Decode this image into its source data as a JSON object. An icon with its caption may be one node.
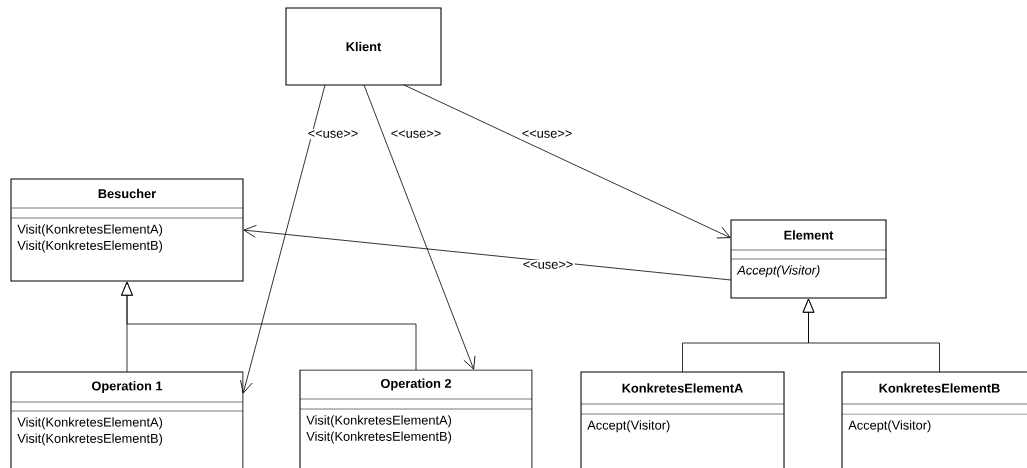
{
  "diagram": {
    "nodes": [
      {
        "text": [
          "Klient"
        ]
      },
      {
        "text": [
          "Besucher",
          "Visit(KonkretesElementA) Visit(KonkretesElementB)"
        ]
      },
      {
        "text": [
          "Element",
          "Accept(Visitor)"
        ]
      },
      {
        "text": [
          "Operation 1",
          "Visit(KonkretesElementA) Visit(KonkretesElementB)"
        ]
      },
      {
        "text": [
          "Operation 2",
          "Visit(KonkretesElementA) Visit(KonkretesElementB)"
        ]
      },
      {
        "text": [
          "KonkretesElementA",
          "Accept(Visitor)"
        ]
      },
      {
        "text": [
          "KonkretesElementB",
          "Accept(Visitor)"
        ]
      }
    ],
    "edges": [
      {
        "from": 0,
        "to": 3,
        "arrow": "to",
        "label": "<<use>>"
      },
      {
        "from": 0,
        "to": 4,
        "arrow": "to",
        "label": "<<use>>"
      },
      {
        "from": 0,
        "to": 2,
        "arrow": "to",
        "label": "<<use>>"
      },
      {
        "from": 2,
        "to": 1,
        "arrow": "to",
        "label": "<<use>>"
      },
      {
        "from": 3,
        "to": 1,
        "arrow": "to"
      },
      {
        "from": 4,
        "to": 1,
        "arrow": "to"
      },
      {
        "from": 5,
        "to": 2,
        "arrow": "to"
      },
      {
        "from": 6,
        "to": 2,
        "arrow": "to"
      }
    ]
  }
}
